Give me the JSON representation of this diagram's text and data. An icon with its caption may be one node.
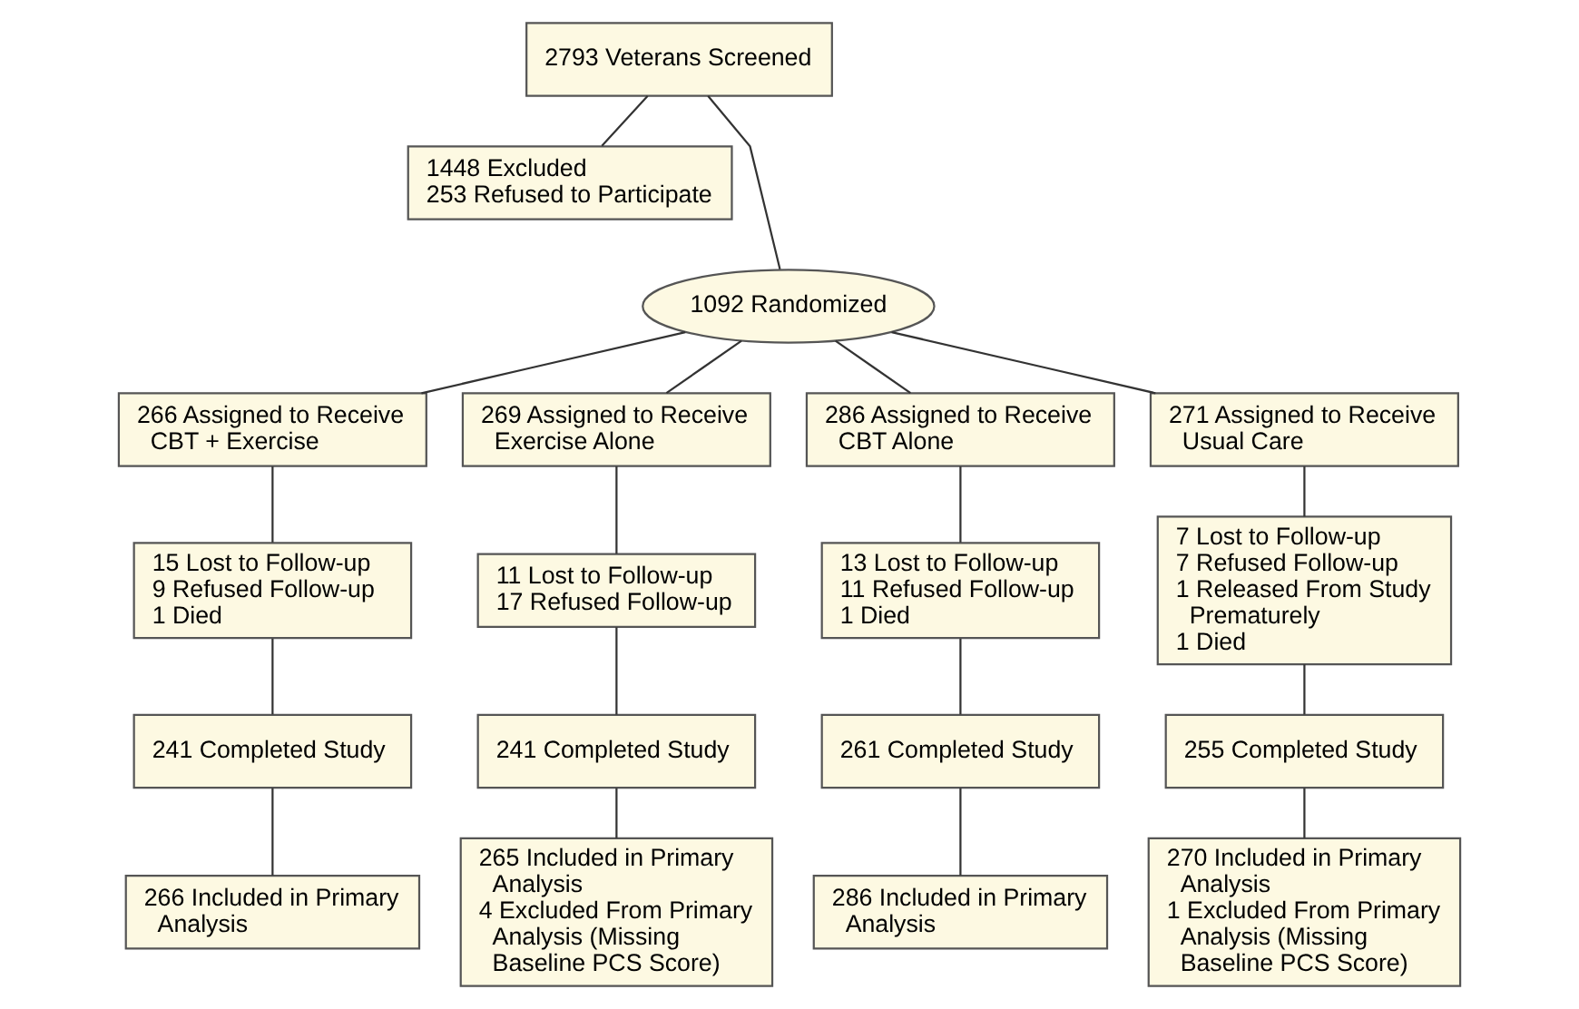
{
  "diagram": {
    "nodes": [
      {
        "text": [
          "2793 Veterans Screened"
        ]
      },
      {
        "text": [
          "1448 Excluded",
          "253 Refused to Participate"
        ]
      },
      {
        "text": [
          "1092 Randomized"
        ]
      },
      {
        "text": [
          "266 Assigned to Receive CBT + Exercise"
        ]
      },
      {
        "text": [
          "269 Assigned to Receive Exercise Alone"
        ]
      },
      {
        "text": [
          "286 Assigned to Receive CBT Alone"
        ]
      },
      {
        "text": [
          "271 Assigned to Receive Usual Care"
        ]
      },
      {
        "text": [
          "15 Lost to Follow-up",
          "9 Refused Follow-up",
          "1 Died"
        ]
      },
      {
        "text": [
          "11 Lost to Follow-up",
          "17 Refused Follow-up"
        ]
      },
      {
        "text": [
          "13 Lost to Follow-up",
          "11 Refused Follow-up",
          "1 Died"
        ]
      },
      {
        "text": [
          "7 Lost to Follow-up",
          "7 Refused Follow-up",
          "1 Released From Study Prematurely",
          "1 Died"
        ]
      },
      {
        "text": [
          "241 Completed Study"
        ]
      },
      {
        "text": [
          "241 Completed Study"
        ]
      },
      {
        "text": [
          "261 Completed Study"
        ]
      },
      {
        "text": [
          "255 Completed Study"
        ]
      },
      {
        "text": [
          "266 Included in Primary Analysis"
        ]
      },
      {
        "text": [
          "265 Included in Primary Analysis",
          "4 Excluded From Primary Analysis (Missing Baseline PCS Score)"
        ]
      },
      {
        "text": [
          "286 Included in Primary Analysis"
        ]
      },
      {
        "text": [
          "270 Included in Primary Analysis",
          "1 Excluded From Primary Analysis (Missing Baseline PCS Score)"
        ]
      }
    ],
    "edges": [
      {
        "from": 0,
        "to": 2,
        "arrow": "none"
      },
      {
        "from": 0,
        "to": 1,
        "arrow": "none"
      },
      {
        "from": 2,
        "to": 3,
        "arrow": "none"
      },
      {
        "from": 2,
        "to": 4,
        "arrow": "none"
      },
      {
        "from": 2,
        "to": 5,
        "arrow": "none"
      },
      {
        "from": 2,
        "to": 6,
        "arrow": "none"
      },
      {
        "from": 3,
        "to": 7,
        "arrow": "none"
      },
      {
        "from": 4,
        "to": 8,
        "arrow": "none"
      },
      {
        "from": 5,
        "to": 9,
        "arrow": "none"
      },
      {
        "from": 6,
        "to": 10,
        "arrow": "none"
      },
      {
        "from": 7,
        "to": 11,
        "arrow": "none"
      },
      {
        "from": 8,
        "to": 12,
        "arrow": "none"
      },
      {
        "from": 9,
        "to": 13,
        "arrow": "none"
      },
      {
        "from": 10,
        "to": 14,
        "arrow": "none"
      },
      {
        "from": 11,
        "to": 15,
        "arrow": "none"
      },
      {
        "from": 12,
        "to": 16,
        "arrow": "none"
      },
      {
        "from": 13,
        "to": 17,
        "arrow": "none"
      },
      {
        "from": 14,
        "to": 18,
        "arrow": "none"
      }
    ]
  }
}
